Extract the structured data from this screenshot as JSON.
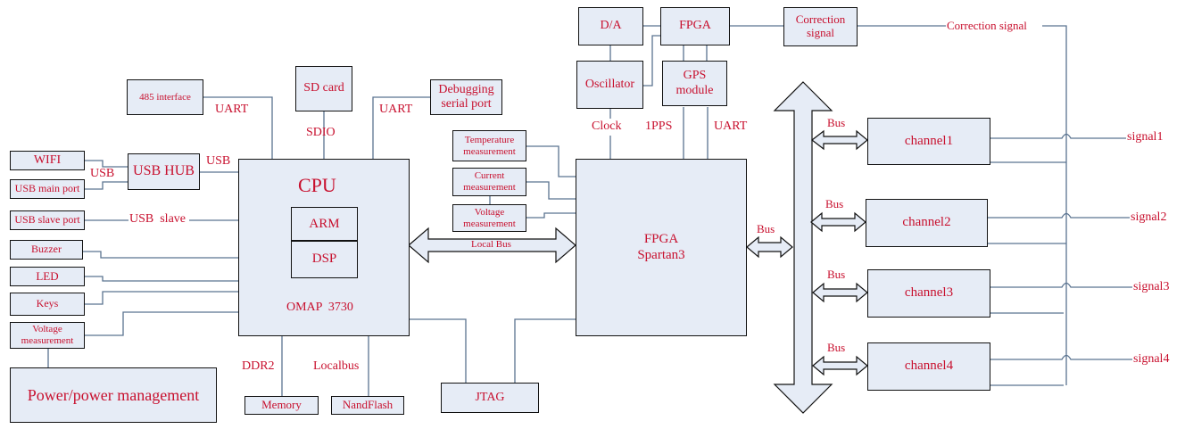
{
  "colors": {
    "box_fill": "#e6ecf6",
    "text": "#c8102e",
    "wire": "#5a7390",
    "border": "#111111"
  },
  "boxes": {
    "if485": "485 interface",
    "sdcard": "SD card",
    "debug": "Debugging serial port",
    "wifi": "WIFI",
    "usbmain": "USB main port",
    "usbhub": "USB HUB",
    "usbslave": "USB slave port",
    "buzzer": "Buzzer",
    "led": "LED",
    "keys": "Keys",
    "voltleft": "Voltage measurement",
    "power": "Power/power management",
    "cpu_title": "CPU",
    "arm": "ARM",
    "dsp": "DSP",
    "cpu_model": "OMAP  3730",
    "memory": "Memory",
    "nandflash": "NandFlash",
    "jtag": "JTAG",
    "temp": "Temperature measurement",
    "current": "Current measurement",
    "voltright": "Voltage measurement",
    "fpga_main": "FPGA",
    "fpga_sub": "Spartan3",
    "da": "D/A",
    "fpga_top": "FPGA",
    "oscillator": "Oscillator",
    "gps": "GPS module",
    "correction_box": "Correction signal",
    "channel1": "channel1",
    "channel2": "channel2",
    "channel3": "channel3",
    "channel4": "channel4"
  },
  "labels": {
    "uart_485": "UART",
    "sdio": "SDIO",
    "uart_debug": "UART",
    "usb_left": "USB",
    "usb_hub": "USB",
    "usb_slave": "USB  slave",
    "ddr2": "DDR2",
    "localbus": "Localbus",
    "local_bus_arrow": "Local Bus",
    "clock": "Clock",
    "pps": "1PPS",
    "uart_gps": "UART",
    "bus_fpga": "Bus",
    "bus1": "Bus",
    "bus2": "Bus",
    "bus3": "Bus",
    "bus4": "Bus",
    "correction_line": "Correction signal",
    "signal1": "signal1",
    "signal2": "signal2",
    "signal3": "signal3",
    "signal4": "signal4"
  }
}
